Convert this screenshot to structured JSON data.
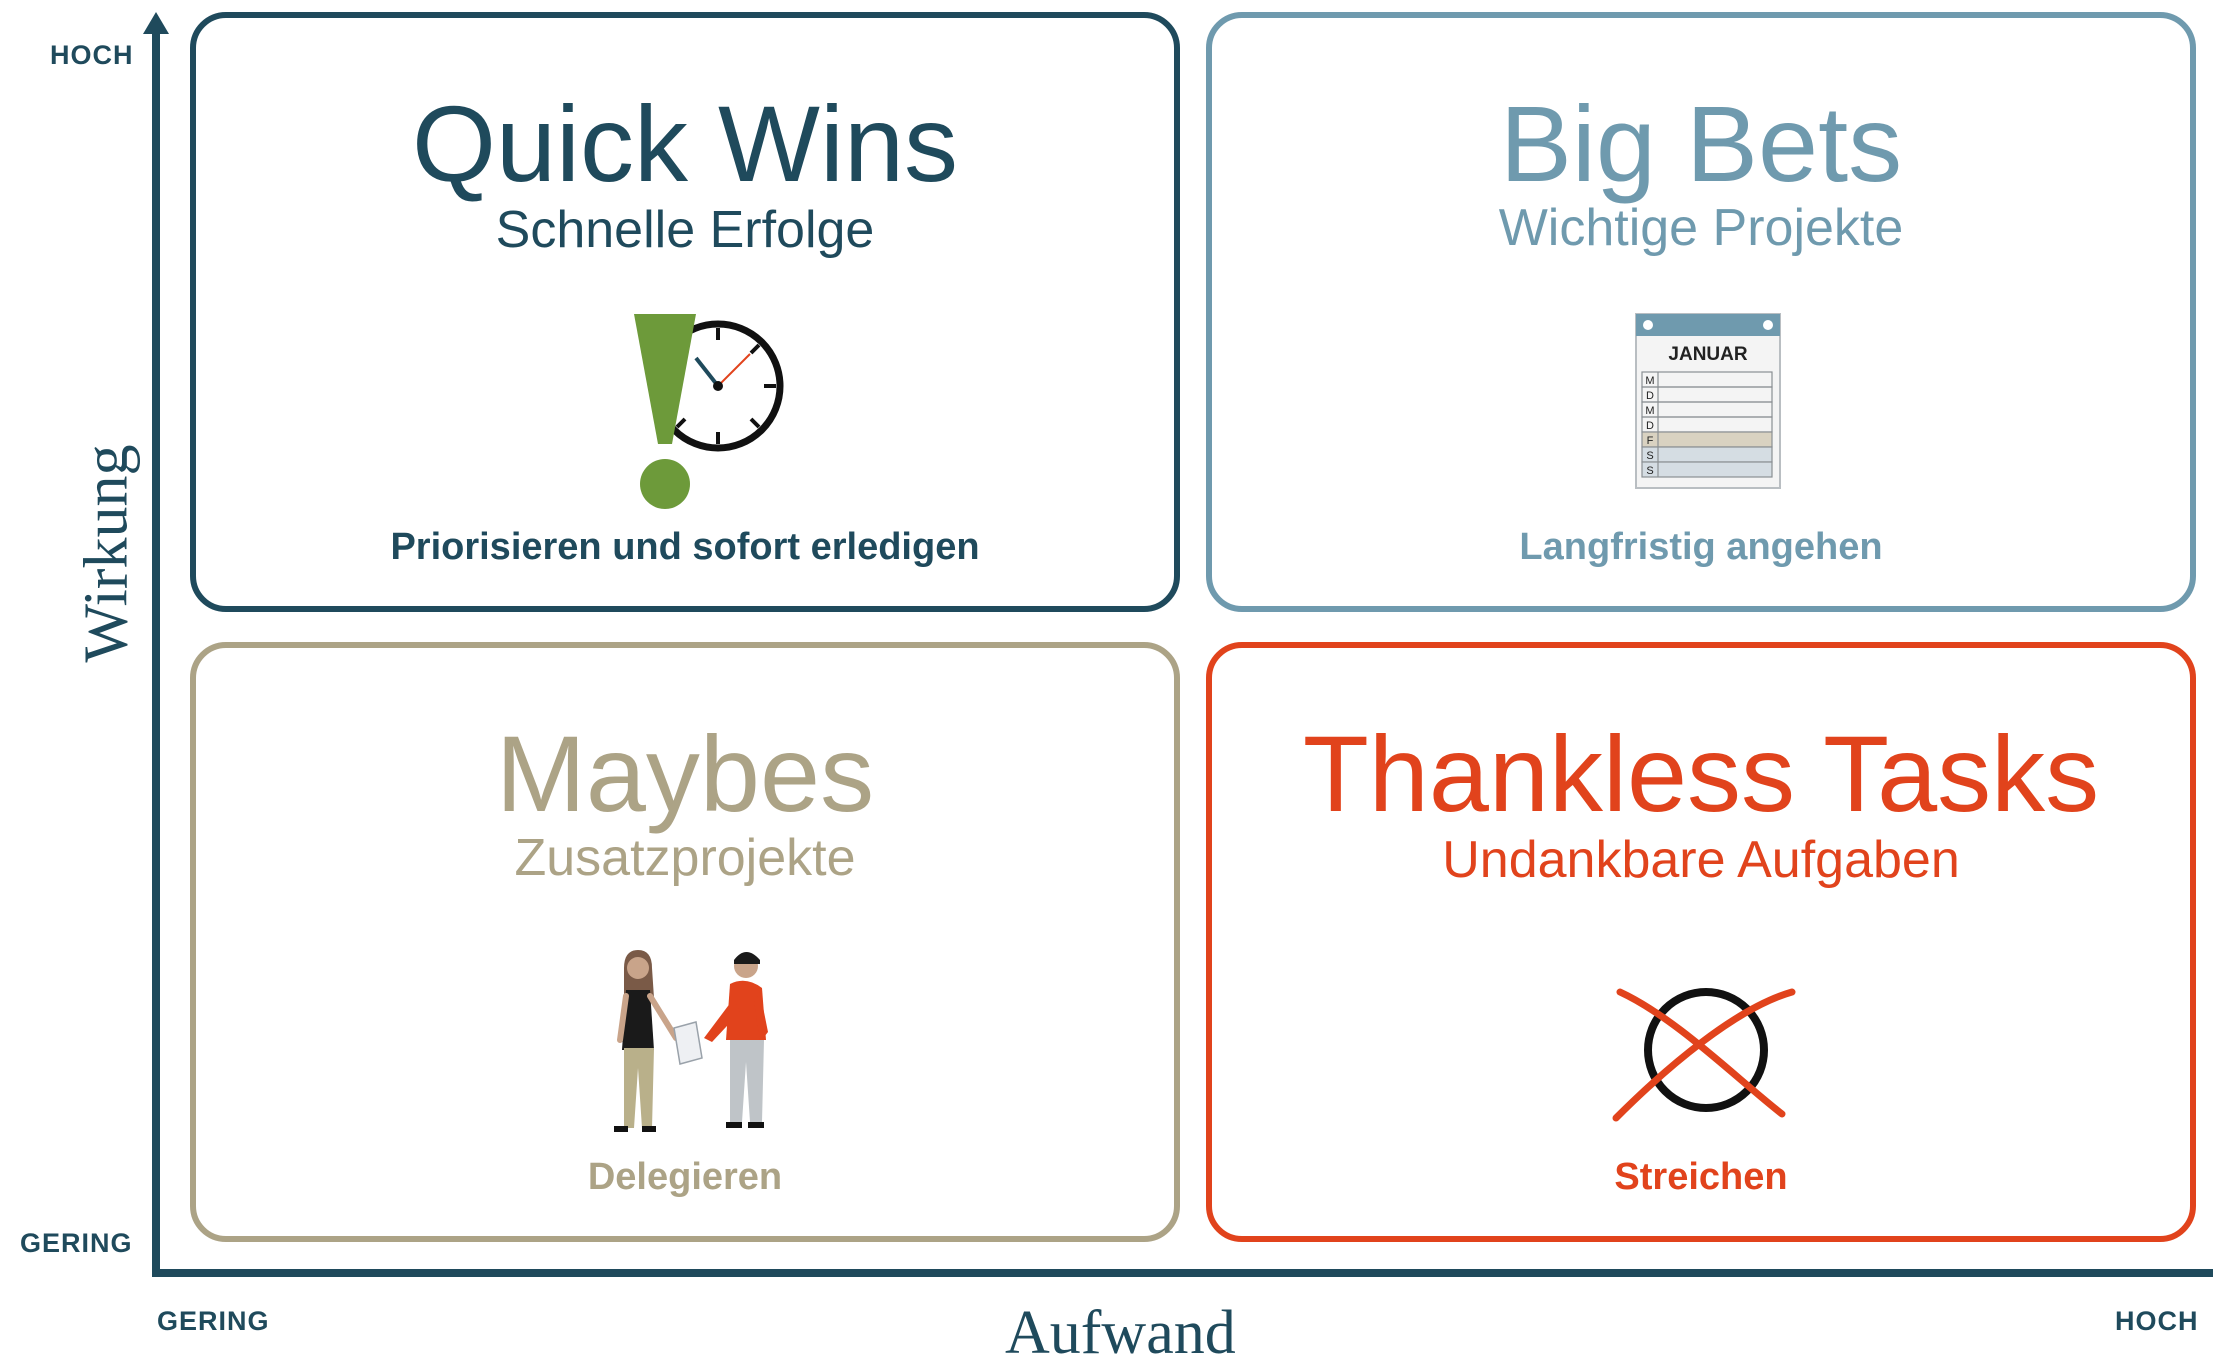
{
  "axes": {
    "y_title": "Wirkung",
    "y_high": "HOCH",
    "y_low": "GERING",
    "x_title": "Aufwand",
    "x_low": "GERING",
    "x_high": "HOCH"
  },
  "quadrants": {
    "quick_wins": {
      "title": "Quick Wins",
      "subtitle": "Schnelle Erfolge",
      "action": "Priorisieren und sofort erledigen",
      "color": "#1f4a5c",
      "icon": "stopwatch-exclamation-icon"
    },
    "big_bets": {
      "title": "Big Bets",
      "subtitle": "Wichtige Projekte",
      "action": "Langfristig angehen",
      "color": "#6f9aae",
      "icon": "calendar-icon",
      "calendar_month": "JANUAR",
      "calendar_days": [
        "M",
        "D",
        "M",
        "D",
        "F",
        "S",
        "S"
      ]
    },
    "maybes": {
      "title": "Maybes",
      "subtitle": "Zusatzprojekte",
      "action": "Delegieren",
      "color": "#aca386",
      "icon": "handover-people-icon"
    },
    "thankless": {
      "title": "Thankless Tasks",
      "subtitle": "Undankbare Aufgaben",
      "action": "Streichen",
      "color": "#e1431c",
      "icon": "crossed-circle-icon"
    }
  }
}
